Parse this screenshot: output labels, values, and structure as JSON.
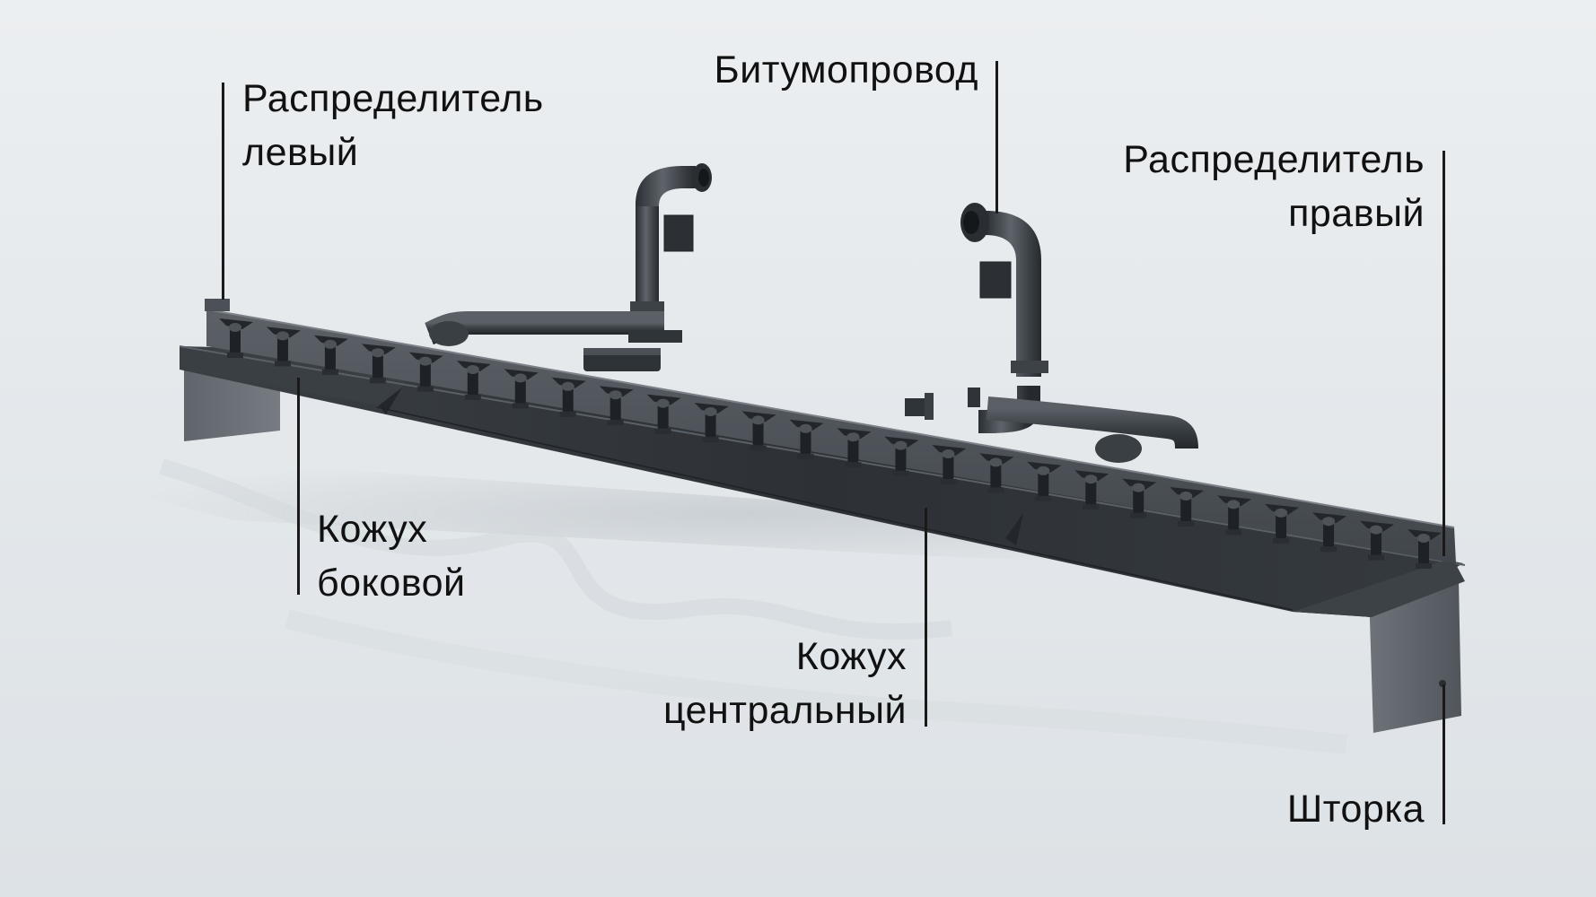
{
  "labels": {
    "left_distributor": {
      "line1": "Распределитель",
      "line2": "левый"
    },
    "bitumen_pipe": {
      "line1": "Битумопровод"
    },
    "right_distributor": {
      "line1": "Распределитель",
      "line2": "правый"
    },
    "side_casing": {
      "line1": "Кожух",
      "line2": "боковой"
    },
    "central_casing": {
      "line1": "Кожух",
      "line2": "центральный"
    },
    "shutter": {
      "line1": "Шторка"
    }
  },
  "colors": {
    "background": "#e4e8eb",
    "metal_dark": "#2f3439",
    "metal_mid": "#4a5056",
    "metal_light": "#6b7177",
    "label_text": "#111111",
    "leader_line": "#1a1a1a"
  }
}
